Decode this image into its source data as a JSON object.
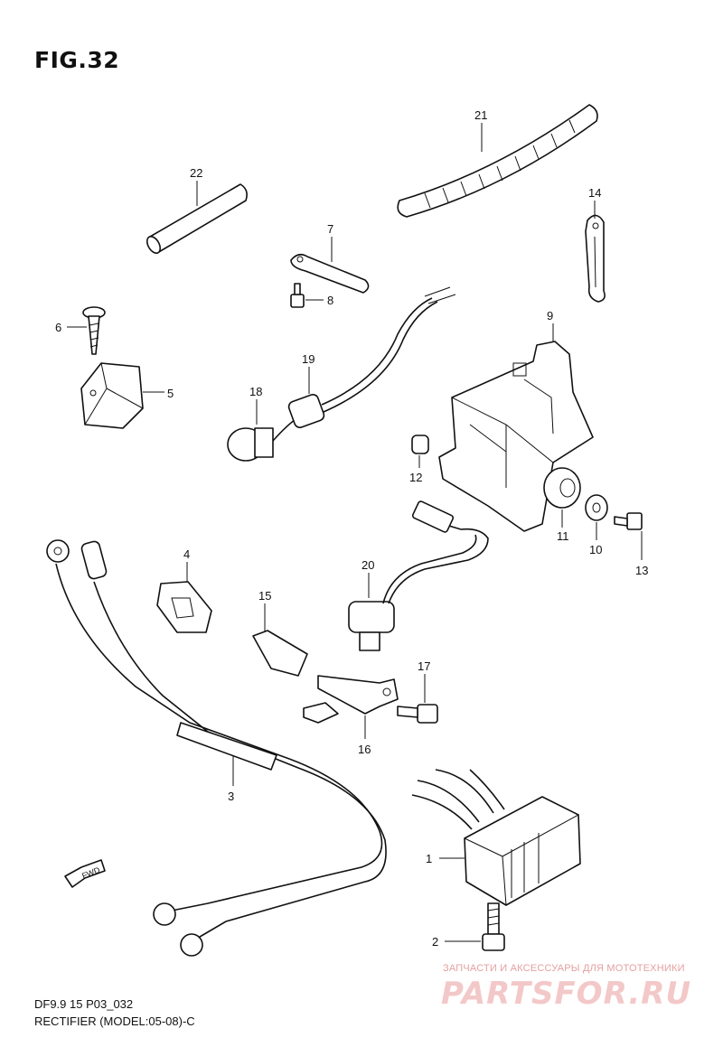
{
  "figure": {
    "title": "FIG.32",
    "footer_code": "DF9.9 15 P03_032",
    "footer_caption": "RECTIFIER (MODEL:05-08)-C"
  },
  "fwd_label": "FWD",
  "watermark": {
    "tagline": "ЗАПЧАСТИ И АКСЕССУАРЫ ДЛЯ МОТОТЕХНИКИ",
    "brand": "PARTSFOR.RU"
  },
  "parts": [
    {
      "num": "1"
    },
    {
      "num": "2"
    },
    {
      "num": "3"
    },
    {
      "num": "4"
    },
    {
      "num": "5"
    },
    {
      "num": "6"
    },
    {
      "num": "7"
    },
    {
      "num": "8"
    },
    {
      "num": "9"
    },
    {
      "num": "10"
    },
    {
      "num": "11"
    },
    {
      "num": "12"
    },
    {
      "num": "13"
    },
    {
      "num": "14"
    },
    {
      "num": "15"
    },
    {
      "num": "16"
    },
    {
      "num": "17"
    },
    {
      "num": "18"
    },
    {
      "num": "19"
    },
    {
      "num": "20"
    },
    {
      "num": "21"
    },
    {
      "num": "22"
    }
  ]
}
